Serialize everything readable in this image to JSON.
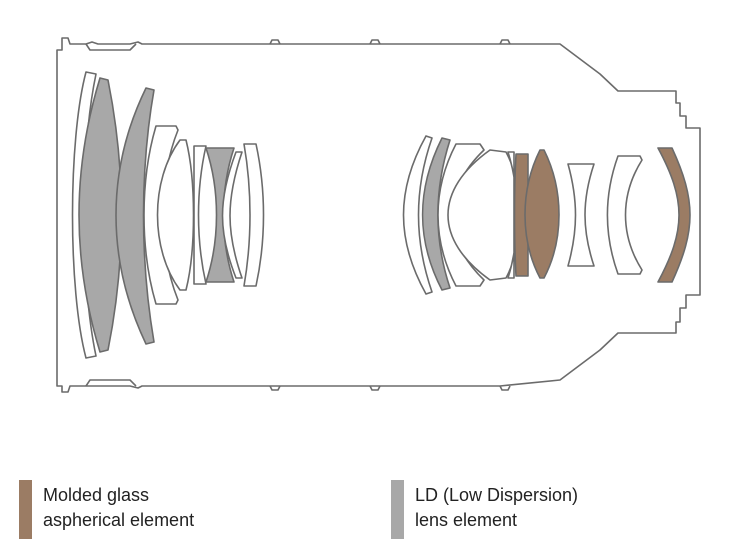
{
  "colors": {
    "outline": "#6b6b6b",
    "molded_glass": "#9b7c64",
    "ld_glass": "#a8a8a8",
    "white": "#ffffff"
  },
  "legend": {
    "molded": {
      "line1": "Molded glass",
      "line2": "aspherical element",
      "color": "#9b7c64"
    },
    "ld": {
      "line1": "LD (Low Dispersion)",
      "line2": "lens element",
      "color": "#a8a8a8"
    }
  }
}
